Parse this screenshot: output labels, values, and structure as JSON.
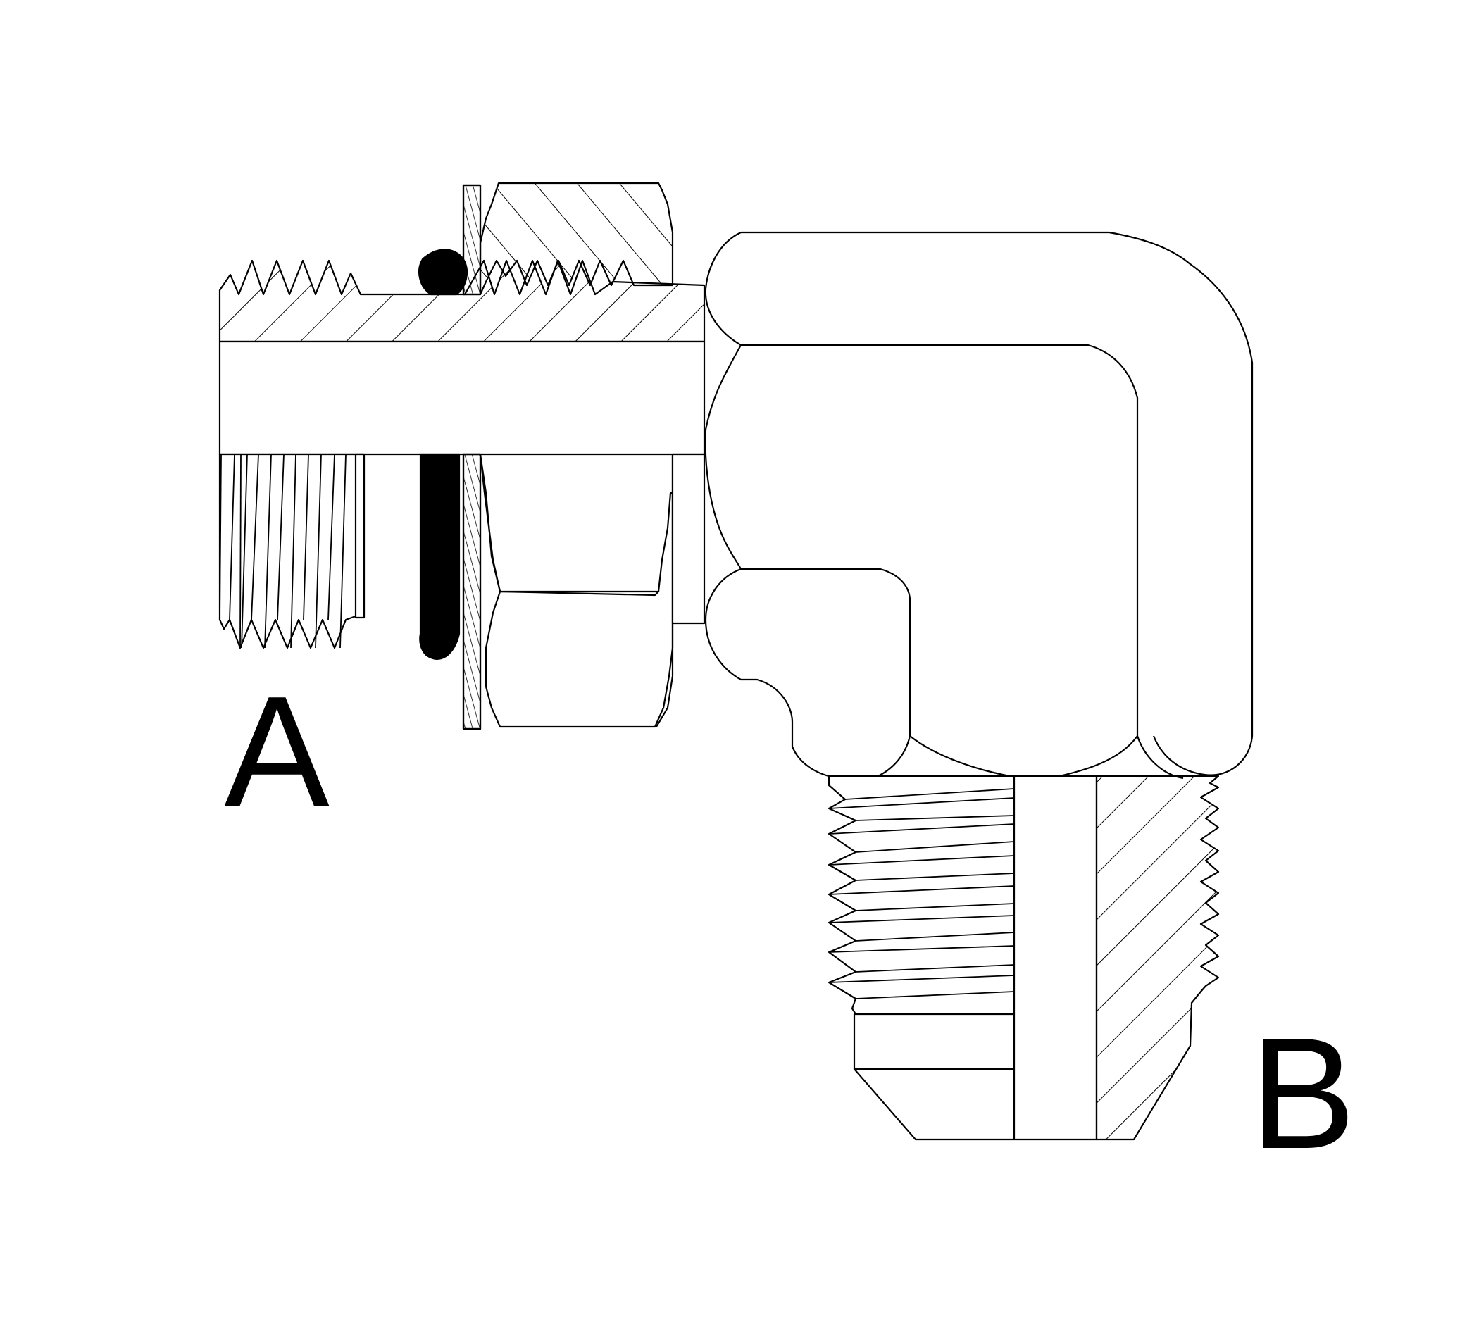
{
  "diagram": {
    "title": "90° elbow adapter cross-section",
    "labels": {
      "port_a": "A",
      "port_b": "B"
    },
    "colors": {
      "background": "#ffffff",
      "stroke": "#000000",
      "o_ring_fill": "#000000"
    },
    "components": [
      {
        "id": "port-a-threaded-stud",
        "description": "straight thread stud (port A), half-section with hatching"
      },
      {
        "id": "o-ring",
        "description": "black O-ring seal"
      },
      {
        "id": "backup-washer",
        "description": "retaining/backup washer, fine hatch"
      },
      {
        "id": "locknut",
        "description": "hex locknut, half-section with hatching"
      },
      {
        "id": "elbow-body",
        "description": "90° forged elbow body"
      },
      {
        "id": "port-b-flare-end",
        "description": "male flare tube end (port B), half-section with hatching"
      }
    ]
  }
}
